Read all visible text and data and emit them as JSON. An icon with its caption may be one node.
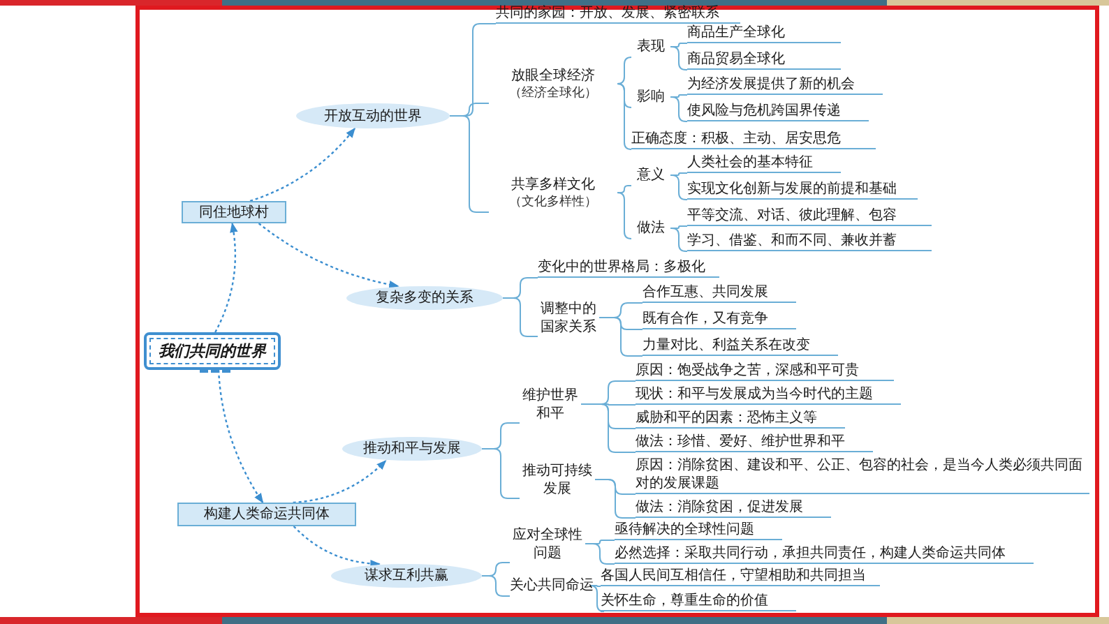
{
  "diagram": {
    "nodes": [
      {
        "text": [
          "我们共同的世界"
        ]
      },
      {
        "text": [
          "同住地球村"
        ]
      },
      {
        "text": [
          "开放互动的世界"
        ]
      },
      {
        "text": [
          "复杂多变的关系"
        ]
      },
      {
        "text": [
          "推动和平与发展"
        ]
      },
      {
        "text": [
          "构建人类命运共同体"
        ]
      },
      {
        "text": [
          "谋求互利共赢"
        ]
      },
      {
        "text": [
          "共同的家园：开放、发展、紧密联系"
        ]
      },
      {
        "text": [
          "放眼全球经济",
          "（经济全球化）"
        ]
      },
      {
        "text": [
          "表现"
        ]
      },
      {
        "text": [
          "商品生产全球化"
        ]
      },
      {
        "text": [
          "商品贸易全球化"
        ]
      },
      {
        "text": [
          "影响"
        ]
      },
      {
        "text": [
          "为经济发展提供了新的机会"
        ]
      },
      {
        "text": [
          "使风险与危机跨国界传递"
        ]
      },
      {
        "text": [
          "正确态度：积极、主动、居安思危"
        ]
      },
      {
        "text": [
          "共享多样文化",
          "（文化多样性）"
        ]
      },
      {
        "text": [
          "意义"
        ]
      },
      {
        "text": [
          "人类社会的基本特征"
        ]
      },
      {
        "text": [
          "实现文化创新与发展的前提和基础"
        ]
      },
      {
        "text": [
          "做法"
        ]
      },
      {
        "text": [
          "平等交流、对话、彼此理解、包容"
        ]
      },
      {
        "text": [
          "学习、借鉴、和而不同、兼收并蓄"
        ]
      },
      {
        "text": [
          "变化中的世界格局：多极化"
        ]
      },
      {
        "text": [
          "调整中的国家关系"
        ]
      },
      {
        "text": [
          "合作互惠、共同发展"
        ]
      },
      {
        "text": [
          "既有合作，又有竞争"
        ]
      },
      {
        "text": [
          "力量对比、利益关系在改变"
        ]
      },
      {
        "text": [
          "维护世界和平"
        ]
      },
      {
        "text": [
          "原因：饱受战争之苦，深感和平可贵"
        ]
      },
      {
        "text": [
          "现状：和平与发展成为当今时代的主题"
        ]
      },
      {
        "text": [
          "威胁和平的因素：恐怖主义等"
        ]
      },
      {
        "text": [
          "做法：珍惜、爱好、维护世界和平"
        ]
      },
      {
        "text": [
          "推动可持续发展"
        ]
      },
      {
        "text": [
          "原因：消除贫困、建设和平、公正、包容的社会，是当今人类必须共同面对的发展课题"
        ]
      },
      {
        "text": [
          "做法：消除贫困，促进发展"
        ]
      },
      {
        "text": [
          "应对全球性问题"
        ]
      },
      {
        "text": [
          "亟待解决的全球性问题"
        ]
      },
      {
        "text": [
          "必然选择：采取共同行动，承担共同责任，构建人类命运共同体"
        ]
      },
      {
        "text": [
          "关心共同命运"
        ]
      },
      {
        "text": [
          "各国人民间互相信任，守望相助和共同担当"
        ]
      },
      {
        "text": [
          "关怀生命，尊重生命的价值"
        ]
      }
    ],
    "edges": [
      {
        "from": 0,
        "to": 1,
        "arrow": "to",
        "style": "dashed"
      },
      {
        "from": 1,
        "to": 2,
        "arrow": "to",
        "style": "dashed"
      },
      {
        "from": 1,
        "to": 3,
        "arrow": "to",
        "style": "dashed"
      },
      {
        "from": 0,
        "to": 5,
        "arrow": "to",
        "style": "dashed"
      },
      {
        "from": 5,
        "to": 4,
        "arrow": "to",
        "style": "dashed"
      },
      {
        "from": 5,
        "to": 6,
        "arrow": "to",
        "style": "dashed"
      },
      {
        "from": 2,
        "to": 7,
        "arrow": "none"
      },
      {
        "from": 2,
        "to": 8,
        "arrow": "none"
      },
      {
        "from": 2,
        "to": 16,
        "arrow": "none"
      },
      {
        "from": 8,
        "to": 9,
        "arrow": "none"
      },
      {
        "from": 8,
        "to": 12,
        "arrow": "none"
      },
      {
        "from": 8,
        "to": 15,
        "arrow": "none"
      },
      {
        "from": 9,
        "to": 10,
        "arrow": "none"
      },
      {
        "from": 9,
        "to": 11,
        "arrow": "none"
      },
      {
        "from": 12,
        "to": 13,
        "arrow": "none"
      },
      {
        "from": 12,
        "to": 14,
        "arrow": "none"
      },
      {
        "from": 16,
        "to": 17,
        "arrow": "none"
      },
      {
        "from": 16,
        "to": 20,
        "arrow": "none"
      },
      {
        "from": 17,
        "to": 18,
        "arrow": "none"
      },
      {
        "from": 17,
        "to": 19,
        "arrow": "none"
      },
      {
        "from": 20,
        "to": 21,
        "arrow": "none"
      },
      {
        "from": 20,
        "to": 22,
        "arrow": "none"
      },
      {
        "from": 3,
        "to": 23,
        "arrow": "none"
      },
      {
        "from": 3,
        "to": 24,
        "arrow": "none"
      },
      {
        "from": 24,
        "to": 25,
        "arrow": "none"
      },
      {
        "from": 24,
        "to": 26,
        "arrow": "none"
      },
      {
        "from": 24,
        "to": 27,
        "arrow": "none"
      },
      {
        "from": 4,
        "to": 28,
        "arrow": "none"
      },
      {
        "from": 4,
        "to": 33,
        "arrow": "none"
      },
      {
        "from": 28,
        "to": 29,
        "arrow": "none"
      },
      {
        "from": 28,
        "to": 30,
        "arrow": "none"
      },
      {
        "from": 28,
        "to": 31,
        "arrow": "none"
      },
      {
        "from": 28,
        "to": 32,
        "arrow": "none"
      },
      {
        "from": 33,
        "to": 34,
        "arrow": "none"
      },
      {
        "from": 33,
        "to": 35,
        "arrow": "none"
      },
      {
        "from": 6,
        "to": 36,
        "arrow": "none"
      },
      {
        "from": 6,
        "to": 39,
        "arrow": "none"
      },
      {
        "from": 36,
        "to": 37,
        "arrow": "none"
      },
      {
        "from": 36,
        "to": 38,
        "arrow": "none"
      },
      {
        "from": 39,
        "to": 40,
        "arrow": "none"
      },
      {
        "from": 39,
        "to": 41,
        "arrow": "none"
      }
    ]
  }
}
